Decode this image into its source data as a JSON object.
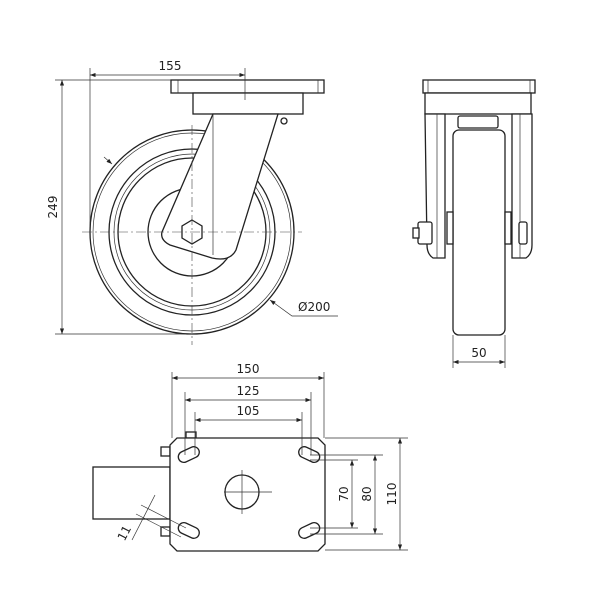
{
  "front_view": {
    "dim_width": "155",
    "dim_height": "249",
    "dim_diameter": "Ø200"
  },
  "side_view": {
    "dim_wheel_width": "50"
  },
  "top_plate_view": {
    "dim_overall_width": "150",
    "dim_hole_spacing_outer": "125",
    "dim_hole_spacing_inner": "105",
    "dim_overall_length": "110",
    "dim_hole_spacing_long": "80",
    "dim_hole_spacing_short": "70",
    "dim_slot_width": "11"
  }
}
